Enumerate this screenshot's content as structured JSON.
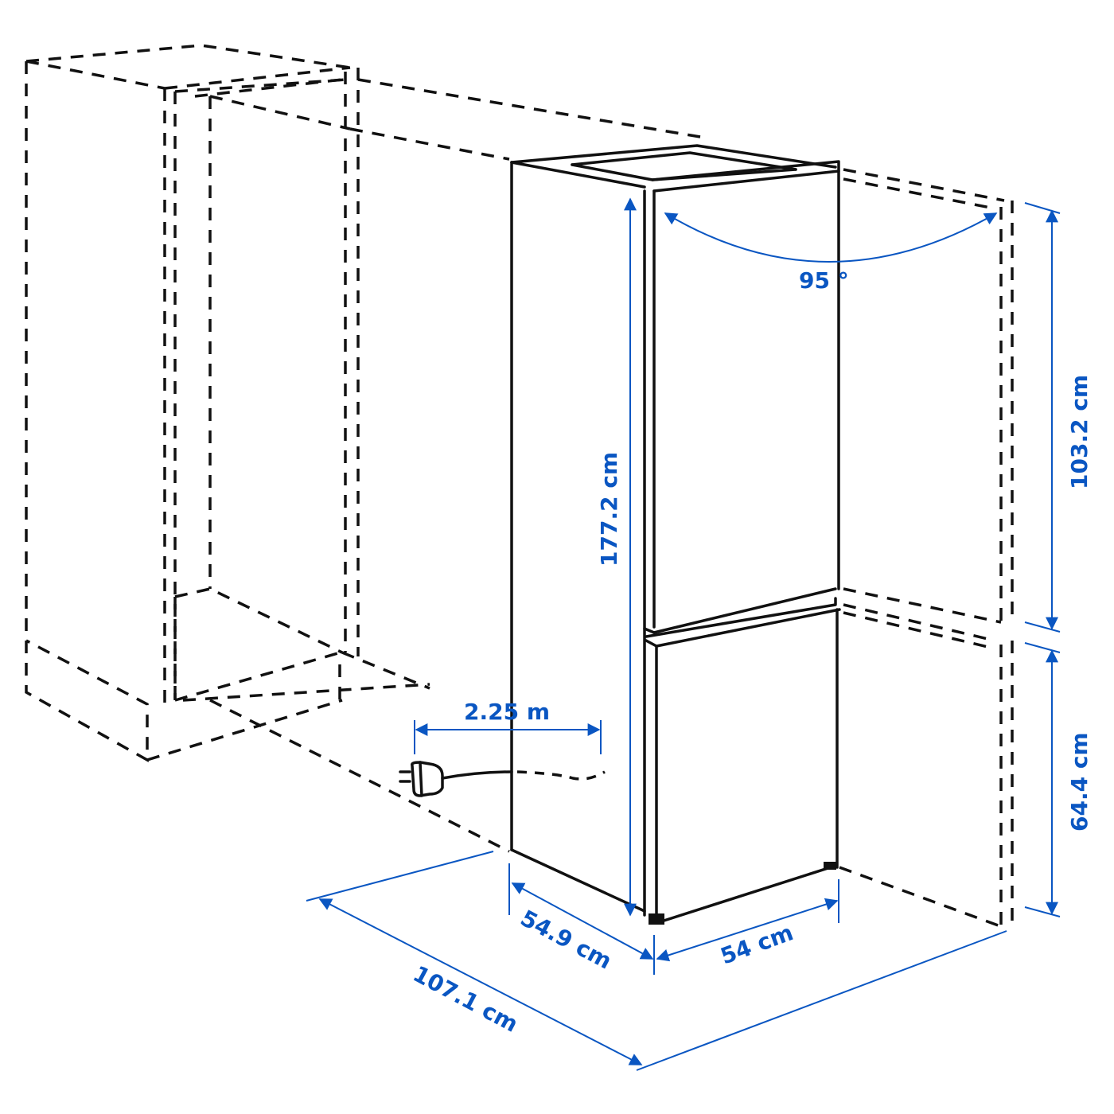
{
  "diagram": {
    "subject": "Built-in fridge-freezer installation dimensions",
    "accent_color": "#0a56c2",
    "line_color": "#111111",
    "labels": {
      "door_angle": "95 °",
      "total_height": "177.2 cm",
      "upper_niche_height": "103.2 cm",
      "lower_niche_height": "64.4 cm",
      "cord_length": "2.25 m",
      "depth": "54.9 cm",
      "width": "54 cm",
      "door_open_depth": "107.1 cm"
    },
    "icons": {
      "plug": "power-plug-icon",
      "arrow": "dimension-arrow-icon"
    }
  }
}
